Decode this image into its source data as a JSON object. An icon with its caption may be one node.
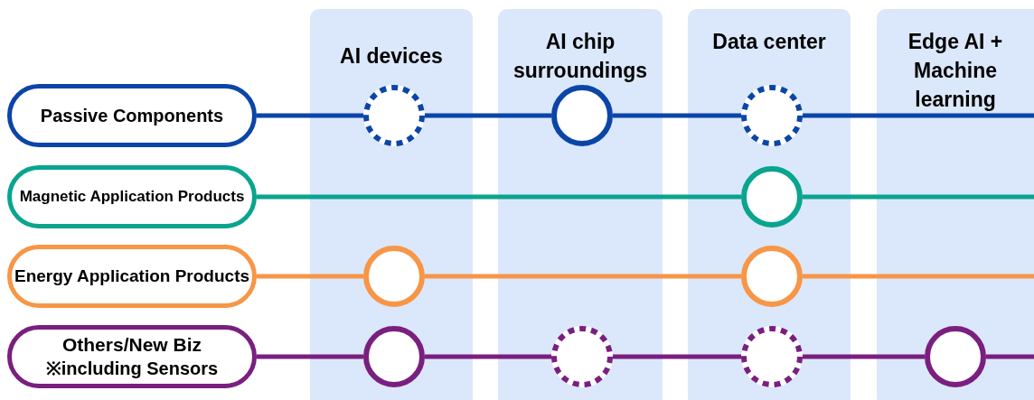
{
  "diagram": {
    "nodes": [
      {
        "text": [
          "AI devices"
        ]
      },
      {
        "text": [
          "AI chip surroundings"
        ]
      },
      {
        "text": [
          "Data center"
        ]
      },
      {
        "text": [
          "Edge AI + Machine learning"
        ]
      },
      {
        "text": [
          "Passive Components"
        ]
      },
      {
        "text": [
          "Magnetic Application Products"
        ]
      },
      {
        "text": [
          "Energy Application Products"
        ]
      },
      {
        "text": [
          "Others/New Biz",
          "※including Sensors"
        ]
      },
      {
        "text": [],
        "shape": "circle",
        "in": 0
      },
      {
        "text": [],
        "shape": "circle",
        "in": 1
      },
      {
        "text": [],
        "shape": "circle",
        "in": 2
      },
      {
        "text": [],
        "shape": "circle",
        "in": 2
      },
      {
        "text": [],
        "shape": "circle",
        "in": 0
      },
      {
        "text": [],
        "shape": "circle",
        "in": 2
      },
      {
        "text": [],
        "shape": "circle",
        "in": 0
      },
      {
        "text": [],
        "shape": "circle",
        "in": 1
      },
      {
        "text": [],
        "shape": "circle",
        "in": 2
      },
      {
        "text": [],
        "shape": "circle",
        "in": 3
      }
    ],
    "edges": [
      {
        "from": 4,
        "to": 8,
        "arrow": "none",
        "color": "#0b45a8"
      },
      {
        "from": 8,
        "to": 9,
        "arrow": "none",
        "color": "#0b45a8"
      },
      {
        "from": 9,
        "to": 10,
        "arrow": "none",
        "color": "#0b45a8"
      },
      {
        "from": 10,
        "to": null,
        "arrow": "none",
        "color": "#0b45a8"
      },
      {
        "from": 5,
        "to": 11,
        "arrow": "none",
        "color": "#0aa48f"
      },
      {
        "from": 11,
        "to": null,
        "arrow": "none",
        "color": "#0aa48f"
      },
      {
        "from": 6,
        "to": 12,
        "arrow": "none",
        "color": "#f79646"
      },
      {
        "from": 12,
        "to": 13,
        "arrow": "none",
        "color": "#f79646"
      },
      {
        "from": 13,
        "to": null,
        "arrow": "none",
        "color": "#f79646"
      },
      {
        "from": 7,
        "to": 14,
        "arrow": "none",
        "color": "#7a1f7f"
      },
      {
        "from": 14,
        "to": 15,
        "arrow": "none",
        "color": "#7a1f7f"
      },
      {
        "from": 15,
        "to": 16,
        "arrow": "none",
        "color": "#7a1f7f"
      },
      {
        "from": 16,
        "to": 17,
        "arrow": "none",
        "color": "#7a1f7f"
      },
      {
        "from": 17,
        "to": null,
        "arrow": "none",
        "color": "#7a1f7f"
      }
    ]
  }
}
